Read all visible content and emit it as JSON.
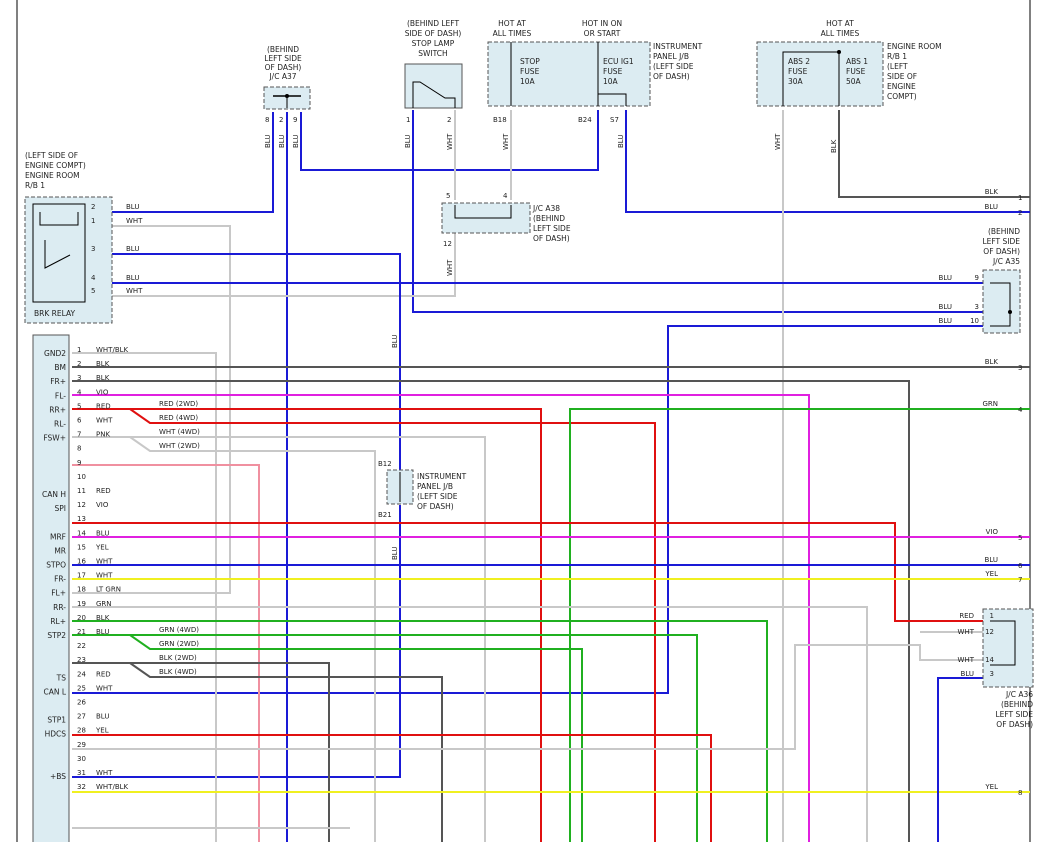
{
  "colors": {
    "BLU": "#1a1ad6",
    "BLK": "#555555",
    "WHT": "#c8c8c8",
    "RED": "#e01010",
    "VIO": "#e020e0",
    "GRN": "#20b020",
    "YEL": "#f0f020",
    "PNK": "#f090a0",
    "box_fill": "#dcecf2",
    "frame": "#000000"
  },
  "labels": {
    "ja37_note": [
      "(BEHIND",
      "LEFT SIDE",
      "OF DASH)",
      "J/C A37"
    ],
    "stop_lamp_note": [
      "(BEHIND LEFT",
      "SIDE OF DASH)",
      "STOP LAMP",
      "SWITCH"
    ],
    "hot_always": [
      "HOT AT",
      "ALL TIMES"
    ],
    "hot_on_start": [
      "HOT IN ON",
      "OR START"
    ],
    "ip_jb_note": [
      "INSTRUMENT",
      "PANEL J/B",
      "(LEFT SIDE",
      "OF DASH)"
    ],
    "hot_always2": [
      "HOT AT",
      "ALL TIMES"
    ],
    "er_rb1_note": [
      "ENGINE ROOM",
      "R/B 1",
      "(LEFT",
      "SIDE OF",
      "ENGINE",
      "COMPT)"
    ],
    "stop_fuse": [
      "STOP",
      "FUSE",
      "10A"
    ],
    "ecu_fuse": [
      "ECU IG1",
      "FUSE",
      "10A"
    ],
    "abs2_fuse": [
      "ABS 2",
      "FUSE",
      "30A"
    ],
    "abs1_fuse": [
      "ABS 1",
      "FUSE",
      "50A"
    ],
    "rb1_left_note": [
      "(LEFT SIDE OF",
      "ENGINE COMPT)",
      "ENGINE ROOM",
      "R/B 1"
    ],
    "brk_relay": "BRK RELAY",
    "ja38_note": [
      "J/C A38",
      "(BEHIND",
      "LEFT SIDE",
      "OF DASH)"
    ],
    "ja35_note": [
      "(BEHIND",
      "LEFT SIDE",
      "OF DASH)",
      "J/C A35"
    ],
    "ip_jb2_note": [
      "INSTRUMENT",
      "PANEL J/B",
      "(LEFT SIDE",
      "OF DASH)"
    ],
    "ja36_note": [
      "J/C A36",
      "(BEHIND",
      "LEFT SIDE",
      "OF DASH)"
    ],
    "pin_8": "8",
    "pin_2": "2",
    "pin_9": "9",
    "pin_1": "1",
    "B18": "B18",
    "B24": "B24",
    "S7": "S7",
    "B12": "B12",
    "B21": "B21",
    "pin_5": "5",
    "pin_4": "4",
    "pin_12": "12"
  },
  "top_wire_labels": [
    {
      "text": "BLU"
    },
    {
      "text": "BLU"
    },
    {
      "text": "BLU"
    },
    {
      "text": "BLU"
    },
    {
      "text": "WHT"
    },
    {
      "text": "WHT"
    },
    {
      "text": "BLU"
    },
    {
      "text": "WHT"
    },
    {
      "text": "BLK"
    },
    {
      "text": "WHT"
    },
    {
      "text": "BLU"
    },
    {
      "text": "BLU"
    }
  ],
  "relay_pins": [
    {
      "pin": "2",
      "wire": "BLU"
    },
    {
      "pin": "1",
      "wire": "WHT"
    },
    {
      "pin": "3",
      "wire": "BLU"
    },
    {
      "pin": "4",
      "wire": "BLU"
    },
    {
      "pin": "5",
      "wire": "WHT"
    }
  ],
  "right_terminals": [
    {
      "num": "1",
      "wire": "BLK"
    },
    {
      "num": "2",
      "wire": "BLU"
    },
    {
      "num": "3",
      "wire": "BLK"
    },
    {
      "num": "4",
      "wire": "GRN"
    },
    {
      "num": "5",
      "wire": "VIO"
    },
    {
      "num": "6",
      "wire": "BLU"
    },
    {
      "num": "7",
      "wire": "YEL"
    },
    {
      "num": "8",
      "wire": "YEL"
    }
  ],
  "ja35_pins": [
    {
      "pin": "9",
      "wire": "BLU"
    },
    {
      "pin": "3",
      "wire": "BLU"
    },
    {
      "pin": "10",
      "wire": "BLU"
    }
  ],
  "ja36_pins": [
    {
      "pin": "1",
      "wire": "RED"
    },
    {
      "pin": "12",
      "wire": "WHT"
    },
    {
      "pin": "14",
      "wire": "WHT"
    },
    {
      "pin": "3",
      "wire": "BLU"
    }
  ],
  "ecu_pins": [
    {
      "pin": "1",
      "name": "GND2",
      "wire": "WHT/BLK"
    },
    {
      "pin": "2",
      "name": "BM",
      "wire": "BLK"
    },
    {
      "pin": "3",
      "name": "FR+",
      "wire": "BLK"
    },
    {
      "pin": "4",
      "name": "FL-",
      "wire": "VIO"
    },
    {
      "pin": "5",
      "name": "RR+",
      "wire": "RED"
    },
    {
      "pin": "6",
      "name": "RL-",
      "wire": "WHT"
    },
    {
      "pin": "7",
      "name": "FSW+",
      "wire": "PNK"
    },
    {
      "pin": "8",
      "name": "",
      "wire": ""
    },
    {
      "pin": "9",
      "name": "",
      "wire": ""
    },
    {
      "pin": "10",
      "name": "",
      "wire": ""
    },
    {
      "pin": "11",
      "name": "CAN H",
      "wire": "RED"
    },
    {
      "pin": "12",
      "name": "SPI",
      "wire": "VIO"
    },
    {
      "pin": "13",
      "name": "",
      "wire": ""
    },
    {
      "pin": "14",
      "name": "MRF",
      "wire": "BLU"
    },
    {
      "pin": "15",
      "name": "MR",
      "wire": "YEL"
    },
    {
      "pin": "16",
      "name": "STPO",
      "wire": "WHT"
    },
    {
      "pin": "17",
      "name": "FR-",
      "wire": "WHT"
    },
    {
      "pin": "18",
      "name": "FL+",
      "wire": "LT GRN"
    },
    {
      "pin": "19",
      "name": "RR-",
      "wire": "GRN"
    },
    {
      "pin": "20",
      "name": "RL+",
      "wire": "BLK"
    },
    {
      "pin": "21",
      "name": "STP2",
      "wire": "BLU"
    },
    {
      "pin": "22",
      "name": "",
      "wire": ""
    },
    {
      "pin": "23",
      "name": "",
      "wire": ""
    },
    {
      "pin": "24",
      "name": "TS",
      "wire": "RED"
    },
    {
      "pin": "25",
      "name": "CAN L",
      "wire": "WHT"
    },
    {
      "pin": "26",
      "name": "",
      "wire": ""
    },
    {
      "pin": "27",
      "name": "STP1",
      "wire": "BLU"
    },
    {
      "pin": "28",
      "name": "HDCS",
      "wire": "YEL"
    },
    {
      "pin": "29",
      "name": "",
      "wire": ""
    },
    {
      "pin": "30",
      "name": "",
      "wire": ""
    },
    {
      "pin": "31",
      "name": "+BS",
      "wire": "WHT"
    },
    {
      "pin": "32",
      "name": "",
      "wire": "WHT/BLK"
    }
  ],
  "variant_labels": {
    "rr_4wd": "RED  (4WD)",
    "rr_2wd": "RED  (2WD)",
    "rl_4wd": "WHT  (4WD)",
    "rl_2wd": "WHT  (2WD)",
    "rrm_4wd": "GRN  (4WD)",
    "rrm_2wd": "GRN  (2WD)",
    "rlp_2wd": "BLK  (2WD)",
    "rlp_4wd": "BLK  (4WD)"
  }
}
